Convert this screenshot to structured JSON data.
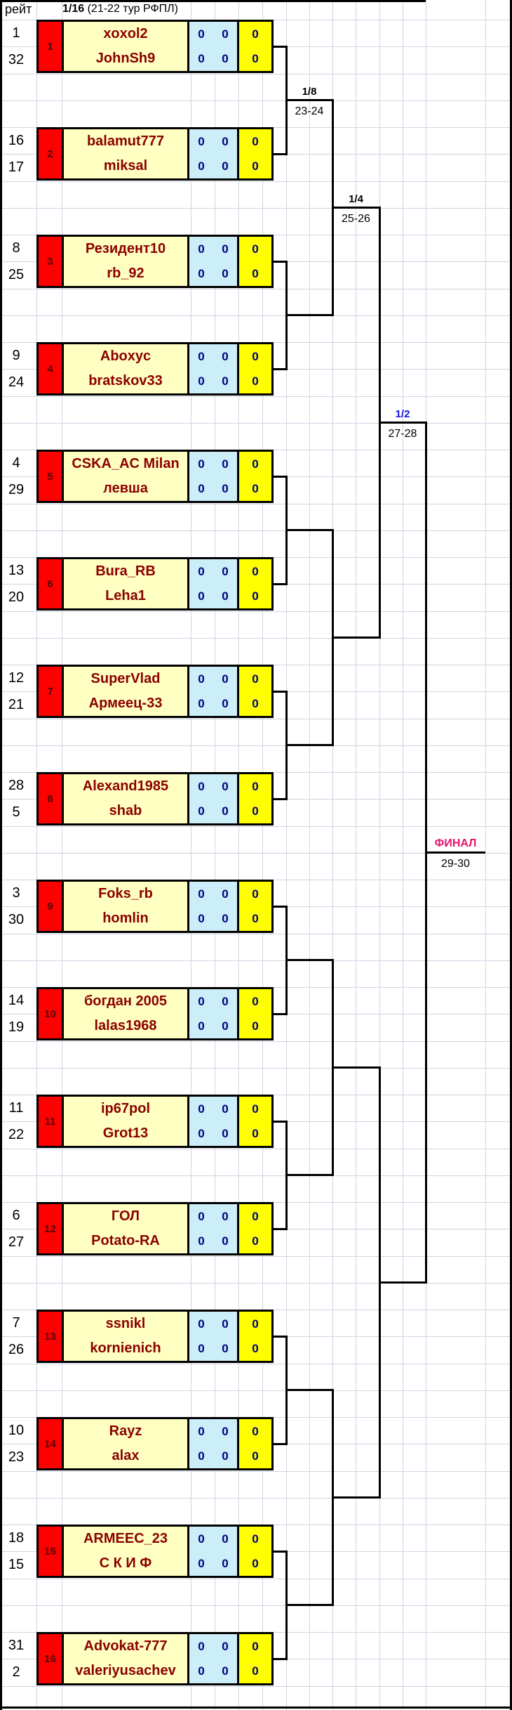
{
  "header": {
    "rating_col": "рейт",
    "stage": "1/16",
    "stage_note": " (21-22 тур РФПЛ)"
  },
  "rounds": [
    {
      "label": "1/8",
      "tours": "23-24",
      "color": "#000000"
    },
    {
      "label": "1/4",
      "tours": "25-26",
      "color": "#000000"
    },
    {
      "label": "1/2",
      "tours": "27-28",
      "color": "#1414E0"
    },
    {
      "label": "ФИНАЛ",
      "tours": "29-30",
      "color": "#E6146E"
    }
  ],
  "matches": [
    {
      "num": "1",
      "seeds": [
        "1",
        "32"
      ],
      "players": [
        "xoxol2",
        "JohnSh9"
      ],
      "scores": [
        [
          "0",
          "0",
          "0"
        ],
        [
          "0",
          "0",
          "0"
        ]
      ]
    },
    {
      "num": "2",
      "seeds": [
        "16",
        "17"
      ],
      "players": [
        "balamut777",
        "miksal"
      ],
      "scores": [
        [
          "0",
          "0",
          "0"
        ],
        [
          "0",
          "0",
          "0"
        ]
      ]
    },
    {
      "num": "3",
      "seeds": [
        "8",
        "25"
      ],
      "players": [
        "Резидент10",
        "rb_92"
      ],
      "scores": [
        [
          "0",
          "0",
          "0"
        ],
        [
          "0",
          "0",
          "0"
        ]
      ]
    },
    {
      "num": "4",
      "seeds": [
        "9",
        "24"
      ],
      "players": [
        "Aboxyc",
        "bratskov33"
      ],
      "scores": [
        [
          "0",
          "0",
          "0"
        ],
        [
          "0",
          "0",
          "0"
        ]
      ]
    },
    {
      "num": "5",
      "seeds": [
        "4",
        "29"
      ],
      "players": [
        "CSKA_AC Milan",
        "левша"
      ],
      "scores": [
        [
          "0",
          "0",
          "0"
        ],
        [
          "0",
          "0",
          "0"
        ]
      ]
    },
    {
      "num": "6",
      "seeds": [
        "13",
        "20"
      ],
      "players": [
        "Bura_RB",
        "Leha1"
      ],
      "scores": [
        [
          "0",
          "0",
          "0"
        ],
        [
          "0",
          "0",
          "0"
        ]
      ]
    },
    {
      "num": "7",
      "seeds": [
        "12",
        "21"
      ],
      "players": [
        "SuperVlad",
        "Армеец-33"
      ],
      "scores": [
        [
          "0",
          "0",
          "0"
        ],
        [
          "0",
          "0",
          "0"
        ]
      ]
    },
    {
      "num": "8",
      "seeds": [
        "28",
        "5"
      ],
      "players": [
        "Alexand1985",
        "shab"
      ],
      "scores": [
        [
          "0",
          "0",
          "0"
        ],
        [
          "0",
          "0",
          "0"
        ]
      ]
    },
    {
      "num": "9",
      "seeds": [
        "3",
        "30"
      ],
      "players": [
        "Foks_rb",
        "homlin"
      ],
      "scores": [
        [
          "0",
          "0",
          "0"
        ],
        [
          "0",
          "0",
          "0"
        ]
      ]
    },
    {
      "num": "10",
      "seeds": [
        "14",
        "19"
      ],
      "players": [
        "богдан 2005",
        "lalas1968"
      ],
      "scores": [
        [
          "0",
          "0",
          "0"
        ],
        [
          "0",
          "0",
          "0"
        ]
      ]
    },
    {
      "num": "11",
      "seeds": [
        "11",
        "22"
      ],
      "players": [
        "ip67pol",
        "Grot13"
      ],
      "scores": [
        [
          "0",
          "0",
          "0"
        ],
        [
          "0",
          "0",
          "0"
        ]
      ]
    },
    {
      "num": "12",
      "seeds": [
        "6",
        "27"
      ],
      "players": [
        "ГОЛ",
        "Potato-RA"
      ],
      "scores": [
        [
          "0",
          "0",
          "0"
        ],
        [
          "0",
          "0",
          "0"
        ]
      ]
    },
    {
      "num": "13",
      "seeds": [
        "7",
        "26"
      ],
      "players": [
        "ssnikl",
        "kornienich"
      ],
      "scores": [
        [
          "0",
          "0",
          "0"
        ],
        [
          "0",
          "0",
          "0"
        ]
      ]
    },
    {
      "num": "14",
      "seeds": [
        "10",
        "23"
      ],
      "players": [
        "Rayz",
        "alax"
      ],
      "scores": [
        [
          "0",
          "0",
          "0"
        ],
        [
          "0",
          "0",
          "0"
        ]
      ]
    },
    {
      "num": "15",
      "seeds": [
        "18",
        "15"
      ],
      "players": [
        "ARMEEC_23",
        "С К И Ф"
      ],
      "scores": [
        [
          "0",
          "0",
          "0"
        ],
        [
          "0",
          "0",
          "0"
        ]
      ]
    },
    {
      "num": "16",
      "seeds": [
        "31",
        "2"
      ],
      "players": [
        "Advokat-777",
        "valeriyusachev"
      ],
      "scores": [
        [
          "0",
          "0",
          "0"
        ],
        [
          "0",
          "0",
          "0"
        ]
      ]
    }
  ],
  "colors": {
    "match_number_bg": "#FF0000",
    "player_cell_bg": "#FFFFC2",
    "score_cell_bg": "#CBEEF9",
    "total_cell_bg": "#FFFF00",
    "player_text": "#8B0000",
    "score_text": "#00007D",
    "match_number_text": "#4A0B08",
    "grid_line": "#CDD5E2"
  }
}
